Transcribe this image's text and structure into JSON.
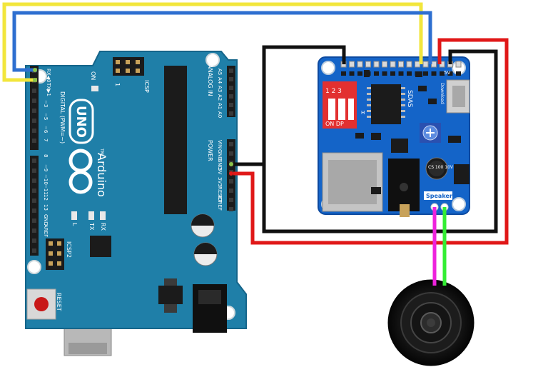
{
  "arduino": {
    "brand": "Arduino",
    "model": "UNO",
    "reset_label": "RESET",
    "on_label": "ON",
    "icsp_label": "ICSP",
    "icsp2_label": "ICSP2",
    "icsp_num": "1",
    "tm": "TM",
    "digital_label": "DIGITAL (PWM=~)",
    "analog_label": "ANALOG IN",
    "power_label": "POWER",
    "tx_label": "TX",
    "rx_label": "RX",
    "l_label": "L",
    "txd_label": "TX▶1",
    "rxd_label": "RX◀0",
    "digital_pins": [
      "~3",
      "~5",
      "~6",
      "7",
      "8",
      "~9",
      "~10",
      "~11",
      "12",
      "13",
      "GND",
      "AREF"
    ],
    "analog_pins": [
      "A5",
      "A4",
      "A3",
      "A2",
      "A1",
      "A0"
    ],
    "power_pins": [
      "VIN",
      "GND",
      "GND",
      "5V",
      "3V3",
      "RESET",
      "IOREF"
    ]
  },
  "module": {
    "brand": "SDAS",
    "speaker_label": "Speaker",
    "download_label": "Download",
    "dip_numbers": "1 2 3",
    "dip_on": "ON DP",
    "cap_label": "CS 100 10V",
    "h_label": "H",
    "power_label": "5V"
  },
  "colors": {
    "board_blue": "#1f7fa8",
    "module_blue": "#1464c8",
    "wire_yellow": "#f2e63c",
    "wire_blue": "#2e6fd0",
    "wire_black": "#111111",
    "wire_red": "#e01818",
    "wire_magenta": "#ee22dd",
    "wire_green": "#33ee33"
  }
}
